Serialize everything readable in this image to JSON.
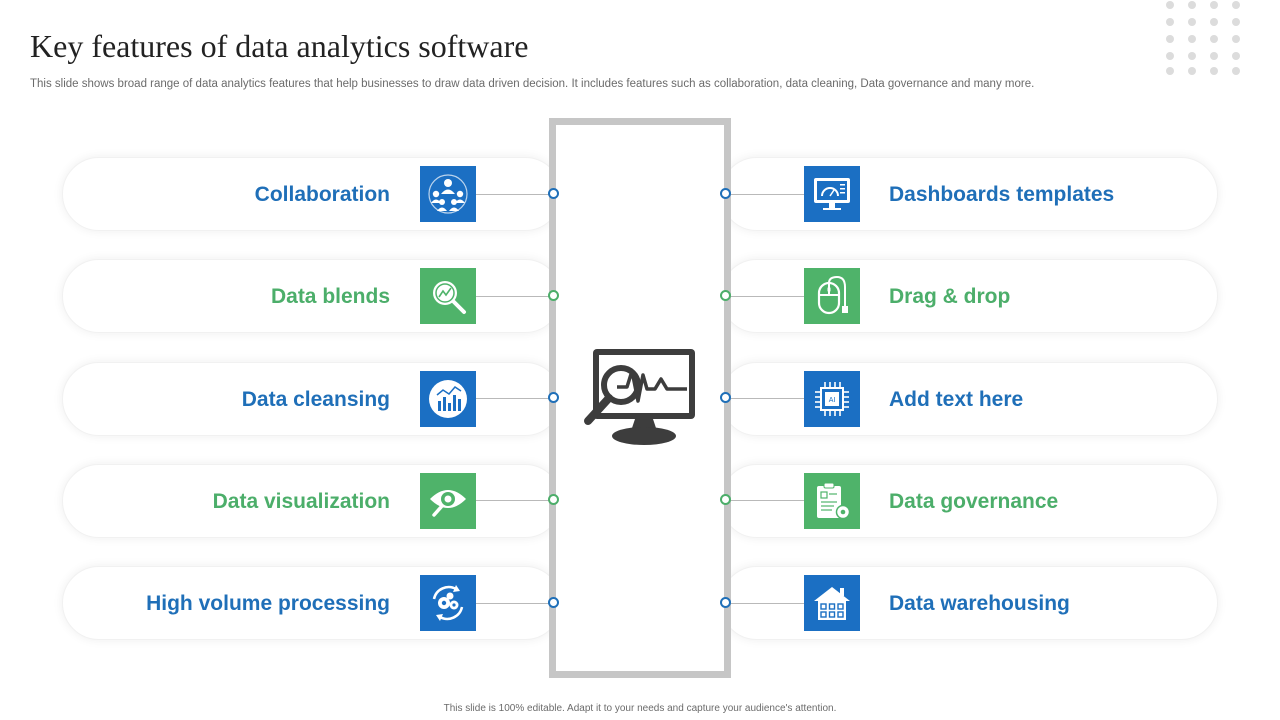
{
  "slide": {
    "title": "Key features of data analytics software",
    "subtitle": "This slide shows broad range of data analytics features that help businesses to draw data driven decision. It includes features such as collaboration, data cleaning, Data governance and many more.",
    "footer": "This slide is 100% editable. Adapt it to your needs and capture your audience's attention."
  },
  "colors": {
    "blue": "#1f6fb8",
    "green": "#4cae6a",
    "icon_blue": "#1b6fc3",
    "icon_green": "#4fb36a",
    "frame": "#c6c6c6",
    "monitor": "#3d3d3d"
  },
  "left_features": [
    {
      "label": "Collaboration",
      "color": "blue",
      "icon": "team-collaboration-icon"
    },
    {
      "label": "Data blends",
      "color": "green",
      "icon": "magnifier-chart-icon"
    },
    {
      "label": "Data cleansing",
      "color": "blue",
      "icon": "bar-chart-circle-icon"
    },
    {
      "label": "Data visualization",
      "color": "green",
      "icon": "eye-magnifier-icon"
    },
    {
      "label": "High volume processing",
      "color": "blue",
      "icon": "gears-cycle-icon"
    }
  ],
  "right_features": [
    {
      "label": "Dashboards templates",
      "color": "blue",
      "icon": "dashboard-monitor-icon"
    },
    {
      "label": "Drag & drop",
      "color": "green",
      "icon": "mouse-icon"
    },
    {
      "label": "Add text here",
      "color": "blue",
      "icon": "ai-chip-icon",
      "chip_text": "AI"
    },
    {
      "label": "Data governance",
      "color": "green",
      "icon": "clipboard-gear-icon"
    },
    {
      "label": "Data warehousing",
      "color": "blue",
      "icon": "warehouse-building-icon"
    }
  ],
  "center": {
    "icon": "monitor-analytics-icon"
  }
}
